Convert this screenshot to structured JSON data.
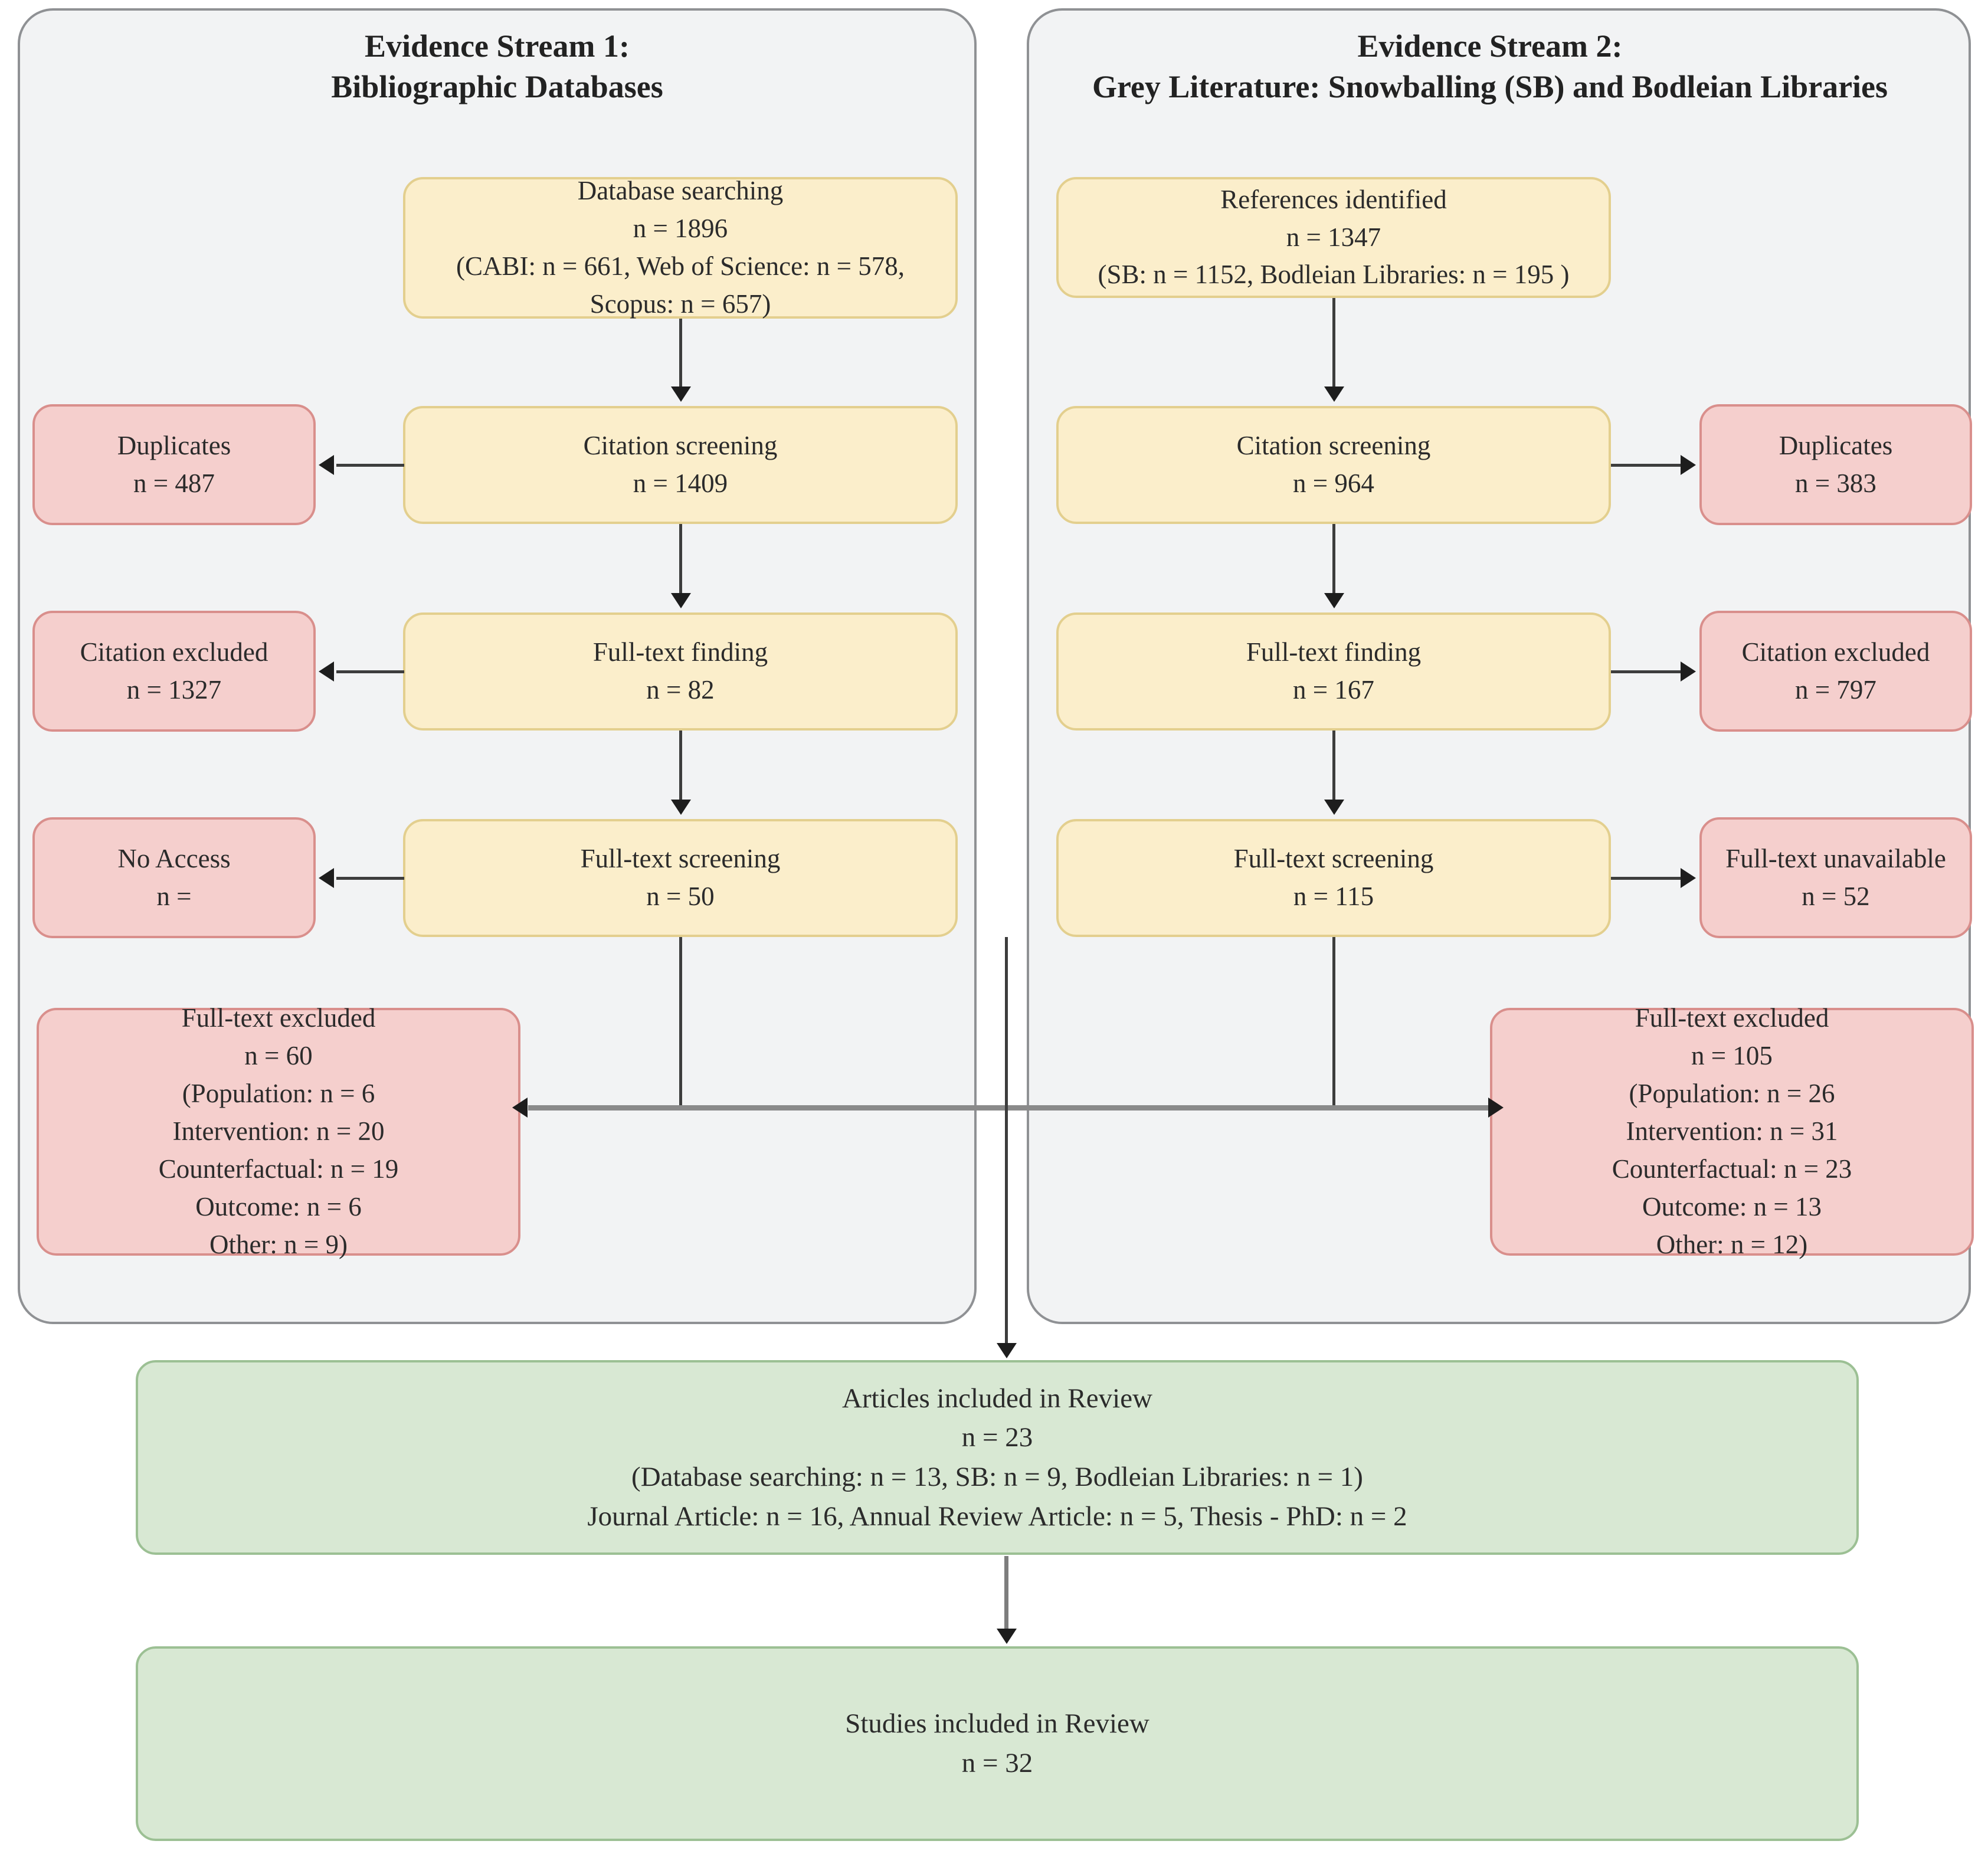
{
  "diagram": {
    "title": "PRISMA evidence flow diagram",
    "colors": {
      "panel_bg": "#f2f3f4",
      "panel_border": "#8f9194",
      "yellow_fill": "#fbeecb",
      "yellow_border": "#e3cf8e",
      "red_fill": "#f5cfcd",
      "red_border": "#d98f8c",
      "green_fill": "#d8e8d3",
      "green_border": "#9cc094",
      "connector": "#3d3d3d"
    }
  },
  "streams": {
    "left": {
      "title": "Evidence Stream 1:\nBibliographic Databases",
      "nodes": {
        "identification": "Database searching\nn = 1896\n(CABI: n = 661, Web of Science: n = 578,\nScopus: n = 657)",
        "citation_screening": "Citation screening\nn = 1409",
        "fulltext_finding": "Full-text finding\nn = 82",
        "fulltext_screening": "Full-text screening\nn = 50"
      },
      "exclusions": {
        "duplicates": "Duplicates\nn = 487",
        "citation_excluded": "Citation excluded\nn = 1327",
        "no_access": "No Access\nn =",
        "fulltext_excluded": "Full-text excluded\nn = 60\n(Population: n = 6\nIntervention: n = 20\nCounterfactual: n = 19\nOutcome: n = 6\nOther: n =  9)"
      }
    },
    "right": {
      "title": "Evidence Stream 2:\nGrey Literature: Snowballing (SB) and Bodleian Libraries",
      "nodes": {
        "identification": "References identified\nn = 1347\n(SB: n = 1152, Bodleian Libraries: n = 195 )",
        "citation_screening": "Citation screening\nn = 964",
        "fulltext_finding": "Full-text finding\nn = 167",
        "fulltext_screening": "Full-text screening\nn = 115"
      },
      "exclusions": {
        "duplicates": "Duplicates\nn = 383",
        "citation_excluded": "Citation excluded\nn = 797",
        "fulltext_unavailable": "Full-text unavailable\nn = 52",
        "fulltext_excluded": "Full-text excluded\nn = 105\n(Population: n = 26\nIntervention: n = 31\nCounterfactual: n = 23\nOutcome: n = 13\nOther: n = 12)"
      }
    }
  },
  "included": {
    "articles": "Articles included in Review\nn = 23\n(Database searching: n = 13, SB: n = 9, Bodleian Libraries: n = 1)\nJournal Article: n = 16, Annual Review Article: n = 5, Thesis - PhD: n = 2",
    "studies": "Studies included in Review\nn = 32"
  },
  "chart_data": {
    "type": "diagram-flow",
    "title": "PRISMA flow of evidence through the review",
    "stages": [
      {
        "stream": "Evidence Stream 1: Bibliographic Databases",
        "stage": "Database searching",
        "n": 1896,
        "breakdown": {
          "CABI": 661,
          "Web of Science": 578,
          "Scopus": 657
        }
      },
      {
        "stream": "Evidence Stream 1: Bibliographic Databases",
        "stage": "Citation screening",
        "n": 1409
      },
      {
        "stream": "Evidence Stream 1: Bibliographic Databases",
        "stage": "Full-text finding",
        "n": 82
      },
      {
        "stream": "Evidence Stream 1: Bibliographic Databases",
        "stage": "Full-text screening",
        "n": 50
      },
      {
        "stream": "Evidence Stream 2: Grey Literature",
        "stage": "References identified",
        "n": 1347,
        "breakdown": {
          "SB": 1152,
          "Bodleian Libraries": 195
        }
      },
      {
        "stream": "Evidence Stream 2: Grey Literature",
        "stage": "Citation screening",
        "n": 964
      },
      {
        "stream": "Evidence Stream 2: Grey Literature",
        "stage": "Full-text finding",
        "n": 167
      },
      {
        "stream": "Evidence Stream 2: Grey Literature",
        "stage": "Full-text screening",
        "n": 115
      }
    ],
    "exclusions": [
      {
        "stream": 1,
        "reason": "Duplicates",
        "n": 487
      },
      {
        "stream": 1,
        "reason": "Citation excluded",
        "n": 1327
      },
      {
        "stream": 1,
        "reason": "No Access",
        "n": null
      },
      {
        "stream": 1,
        "reason": "Full-text excluded",
        "n": 60,
        "breakdown": {
          "Population": 6,
          "Intervention": 20,
          "Counterfactual": 19,
          "Outcome": 6,
          "Other": 9
        }
      },
      {
        "stream": 2,
        "reason": "Duplicates",
        "n": 383
      },
      {
        "stream": 2,
        "reason": "Citation excluded",
        "n": 797
      },
      {
        "stream": 2,
        "reason": "Full-text unavailable",
        "n": 52
      },
      {
        "stream": 2,
        "reason": "Full-text excluded",
        "n": 105,
        "breakdown": {
          "Population": 26,
          "Intervention": 31,
          "Counterfactual": 23,
          "Outcome": 13,
          "Other": 12
        }
      }
    ],
    "outcomes": [
      {
        "stage": "Articles included in Review",
        "n": 23,
        "by_source": {
          "Database searching": 13,
          "SB": 9,
          "Bodleian Libraries": 1
        },
        "by_type": {
          "Journal Article": 16,
          "Annual Review Article": 5,
          "Thesis - PhD": 2
        }
      },
      {
        "stage": "Studies included in Review",
        "n": 32
      }
    ]
  }
}
